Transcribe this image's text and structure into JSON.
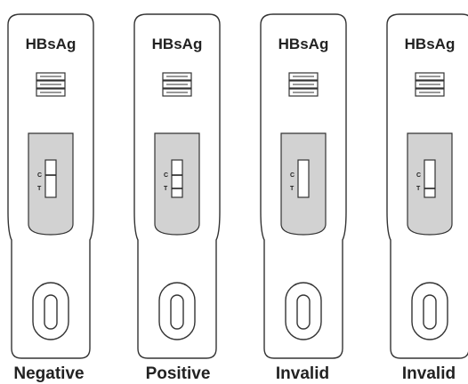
{
  "figure": {
    "device_title": "HBsAg",
    "control_letter": "C",
    "test_letter": "T",
    "cassettes": [
      {
        "result_label": "Negative",
        "control_line": true,
        "test_line": false
      },
      {
        "result_label": "Positive",
        "control_line": true,
        "test_line": true
      },
      {
        "result_label": "Invalid",
        "control_line": false,
        "test_line": false
      },
      {
        "result_label": "Invalid",
        "control_line": false,
        "test_line": true
      }
    ]
  }
}
